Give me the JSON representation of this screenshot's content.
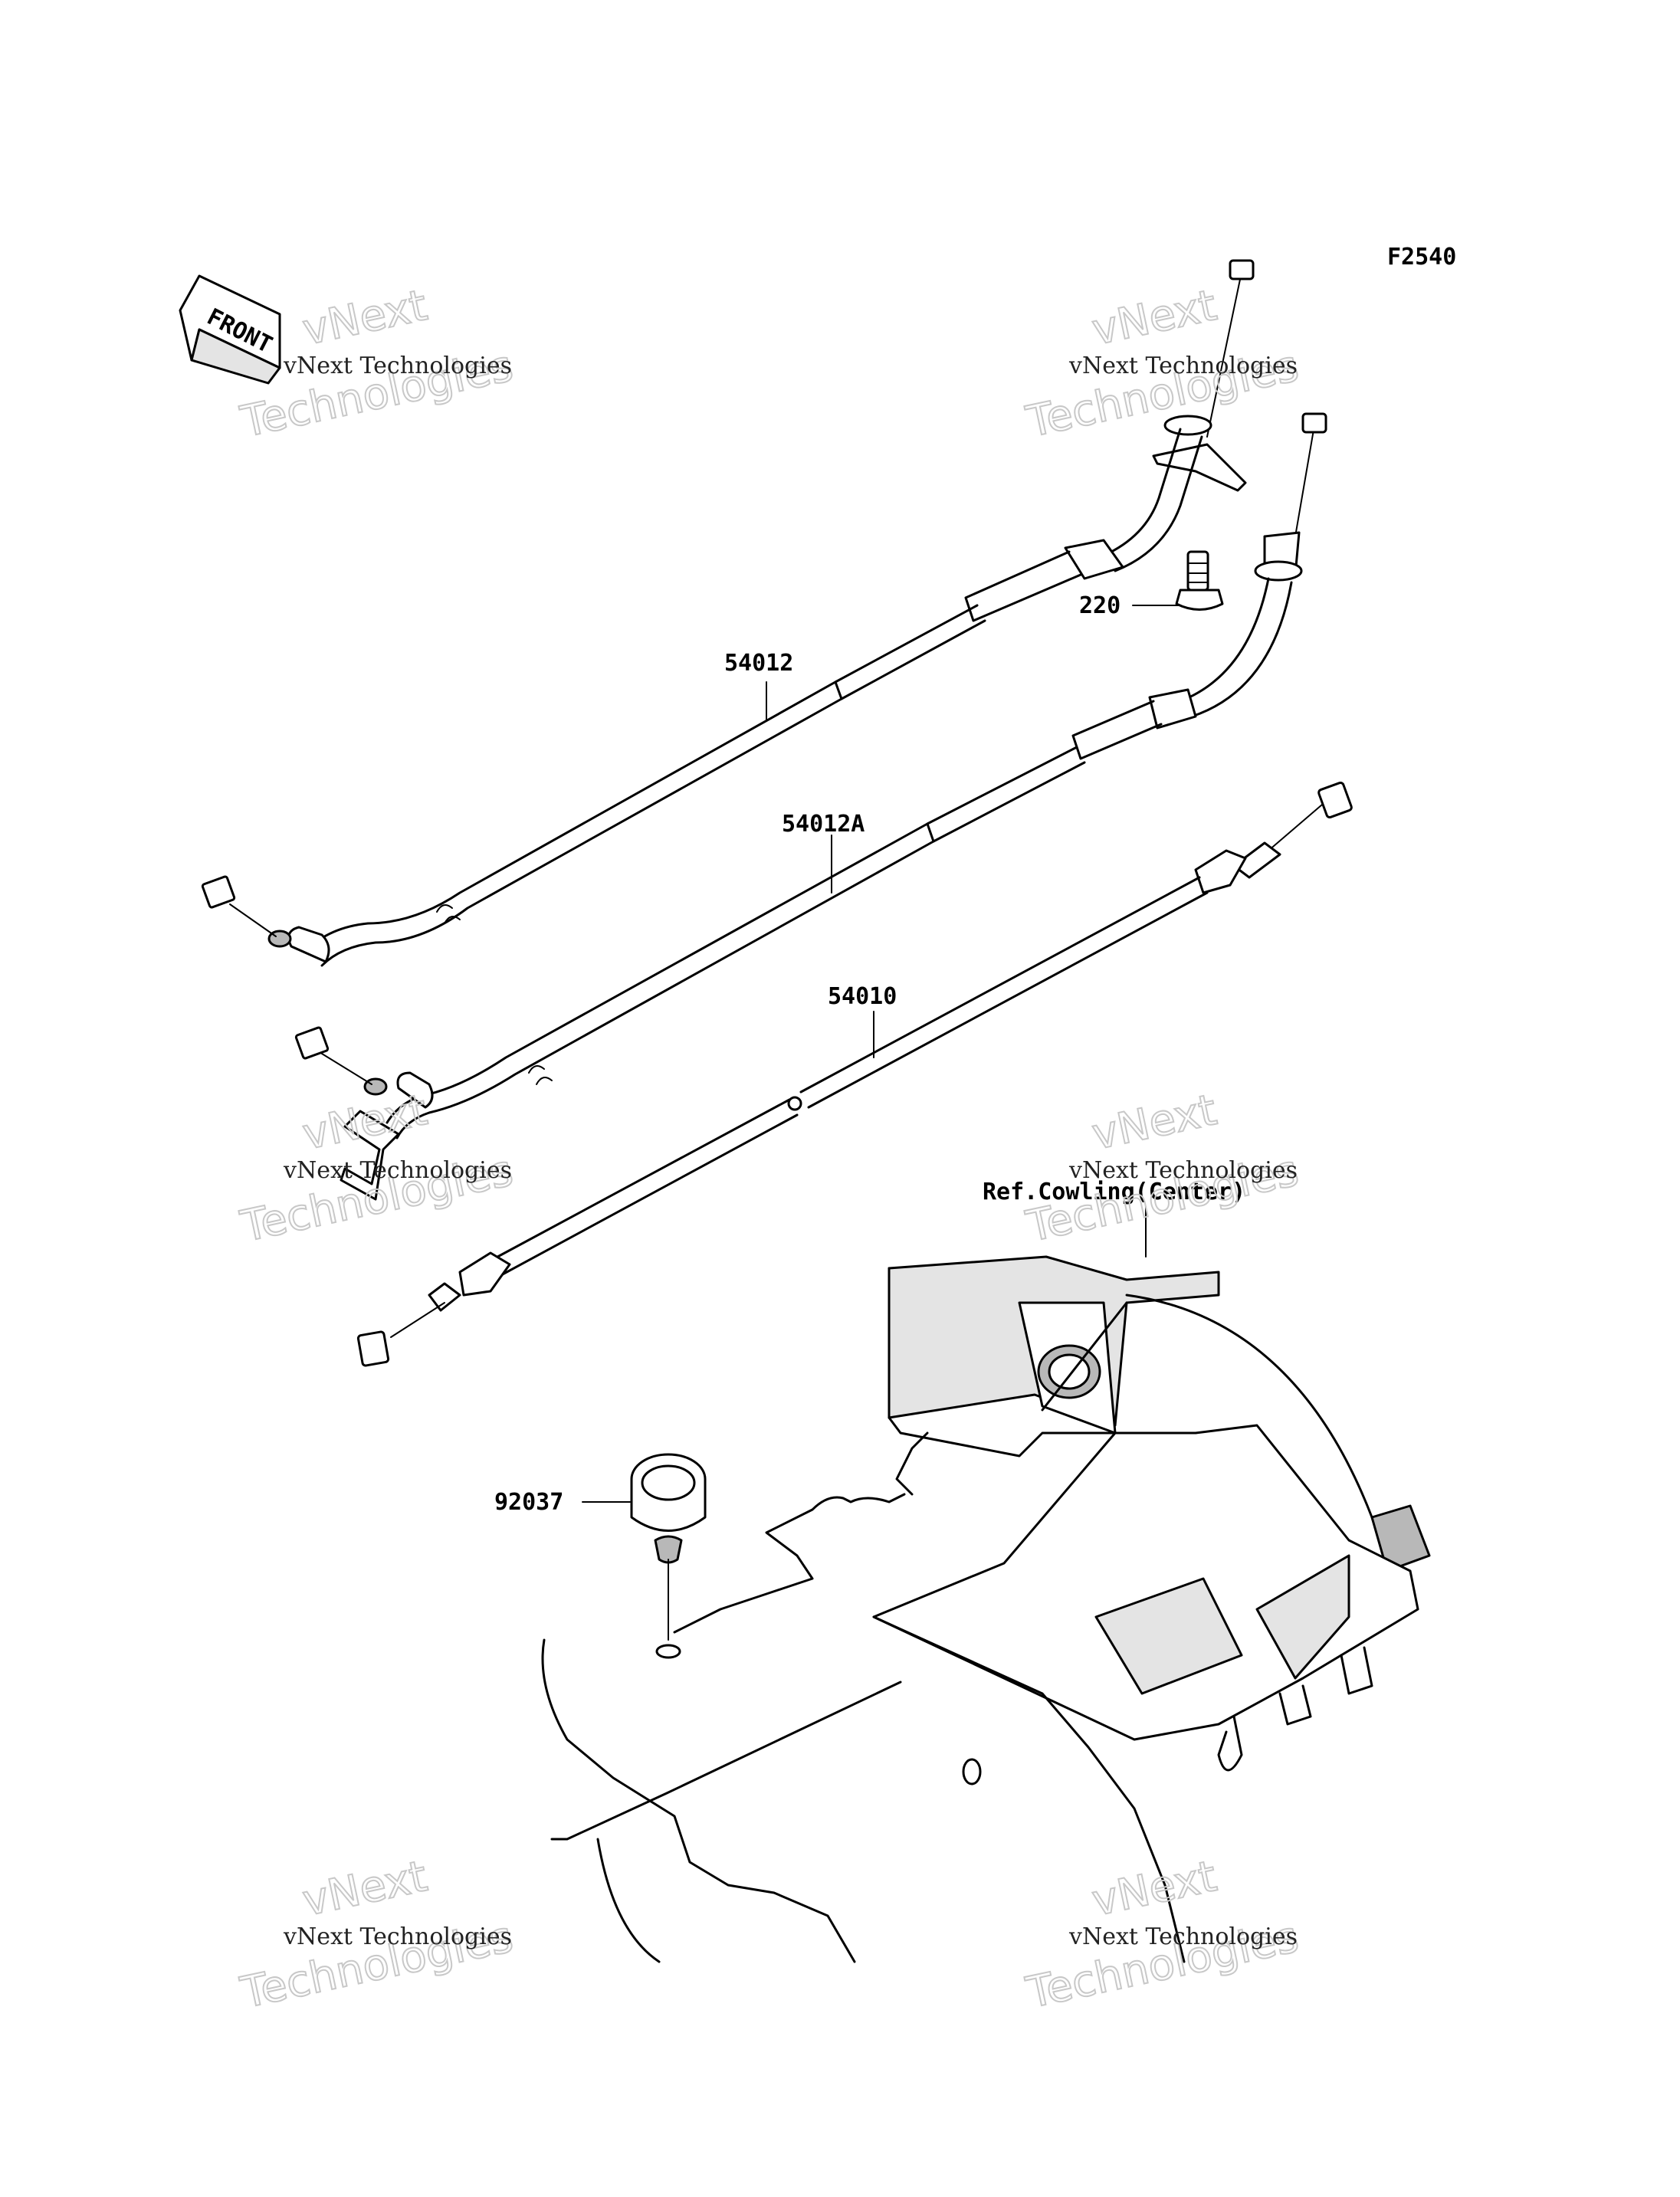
{
  "figure_code": "F2540",
  "front_badge": "FRONT",
  "callouts": {
    "cable_upper": "54012",
    "cable_middle": "54012A",
    "cable_lower": "54010",
    "bolt": "220",
    "clamp": "92037",
    "reference": "Ref.Cowling(Center)"
  },
  "watermark": {
    "small": "vNext Technologies",
    "big_top": "vNext",
    "big_bottom": "Technologies"
  }
}
